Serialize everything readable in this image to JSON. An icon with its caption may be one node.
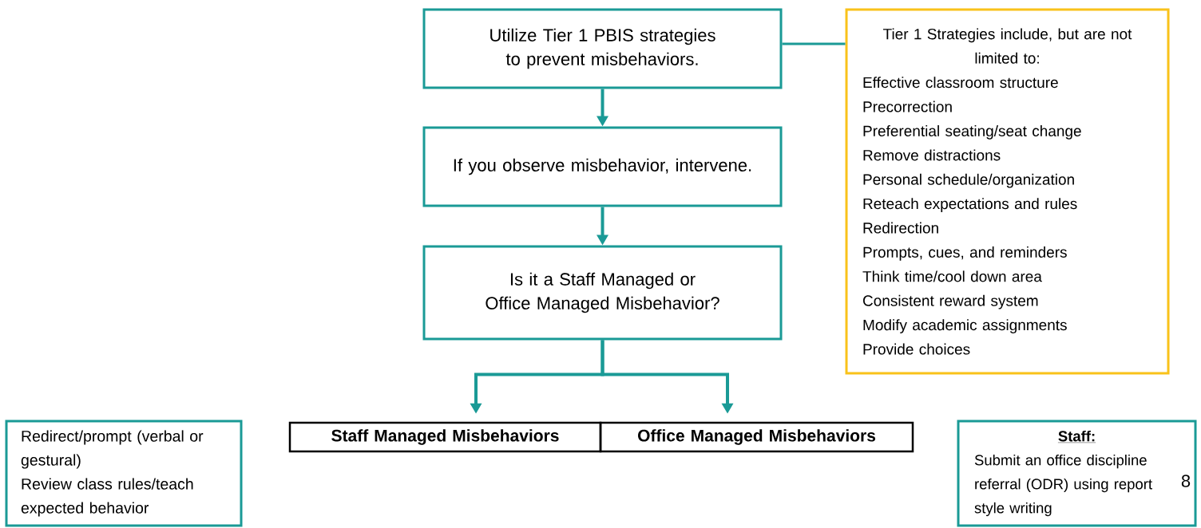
{
  "diagram": {
    "nodes": [
      {
        "text": [
          "Utilize Tier 1 PBIS strategies to prevent misbehaviors."
        ]
      },
      {
        "text": [
          "If you observe misbehavior, intervene."
        ]
      },
      {
        "text": [
          "Is it a Staff Managed or Office Managed Misbehavior?"
        ]
      },
      {
        "text": [
          "Staff Managed Misbehaviors"
        ]
      },
      {
        "text": [
          "Office Managed Misbehaviors"
        ]
      },
      {
        "text": [
          "Tier 1 Strategies include, but are not limited to:",
          "Effective classroom structure",
          "Precorrection",
          "Preferential seating/seat change",
          "Remove distractions",
          "Personal schedule/organization",
          "Reteach expectations and rules",
          "Redirection",
          "Prompts, cues, and reminders",
          "Think time/cool down area",
          "Consistent reward system",
          "Modify academic assignments",
          "Provide choices"
        ]
      },
      {
        "text": [
          "Redirect/prompt (verbal or gestural)",
          "Review class rules/teach expected behavior"
        ]
      },
      {
        "text": [
          "Staff:",
          "Submit an office discipline referral (ODR) using report style writing"
        ]
      }
    ],
    "edges": [
      {
        "from": 0,
        "to": 1,
        "arrow": "to"
      },
      {
        "from": 1,
        "to": 2,
        "arrow": "to"
      },
      {
        "from": 2,
        "to": 3,
        "arrow": "to"
      },
      {
        "from": 2,
        "to": 4,
        "arrow": "to"
      },
      {
        "from": 0,
        "to": 5,
        "arrow": "none"
      }
    ],
    "labels": [
      "8"
    ]
  }
}
